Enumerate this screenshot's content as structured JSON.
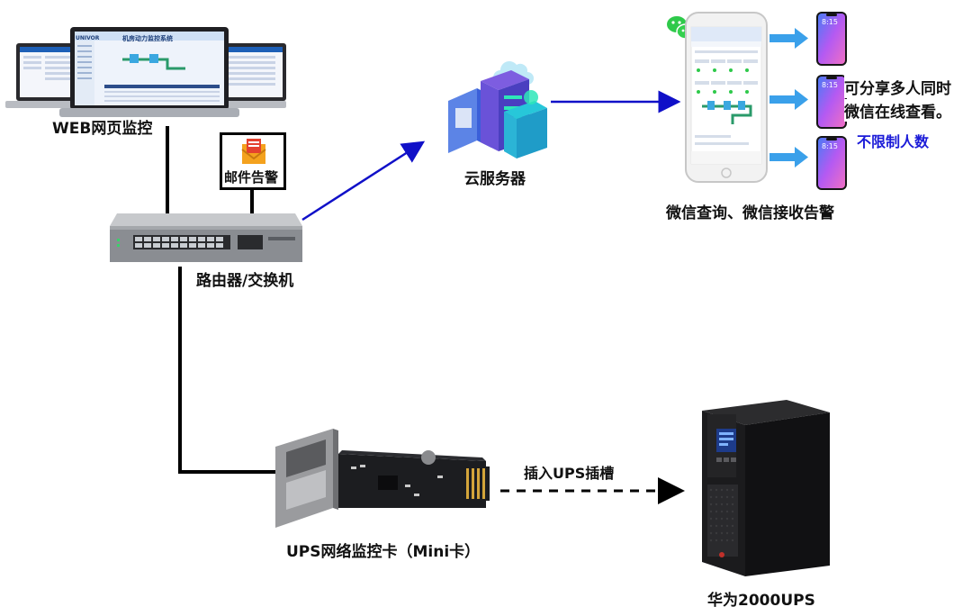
{
  "labels": {
    "web": "WEB网页监控",
    "mail": "邮件告警",
    "router": "路由器/交换机",
    "cloud": "云服务器",
    "wechat": "微信查询、微信接收告警",
    "share_line1": "可分享多人同时",
    "share_line2": "微信在线查看。",
    "unlimited": "不限制人数",
    "insert": "插入UPS插槽",
    "card": "UPS网络监控卡（Mini卡）",
    "ups": "华为2000UPS"
  },
  "laptop_screen": {
    "brand": "UNIVOR",
    "title": "机房动力监控系统"
  },
  "phones": {
    "time": "8:15"
  },
  "colors": {
    "cable": "#000000",
    "blue_link": "#1010c8",
    "arrow_blue": "#3aa0ea",
    "unlimited_text": "#1a1ad8",
    "mail_icon": "#f4a21e",
    "server": "#3b5fd9",
    "ups_body": "#1b1b1b"
  }
}
